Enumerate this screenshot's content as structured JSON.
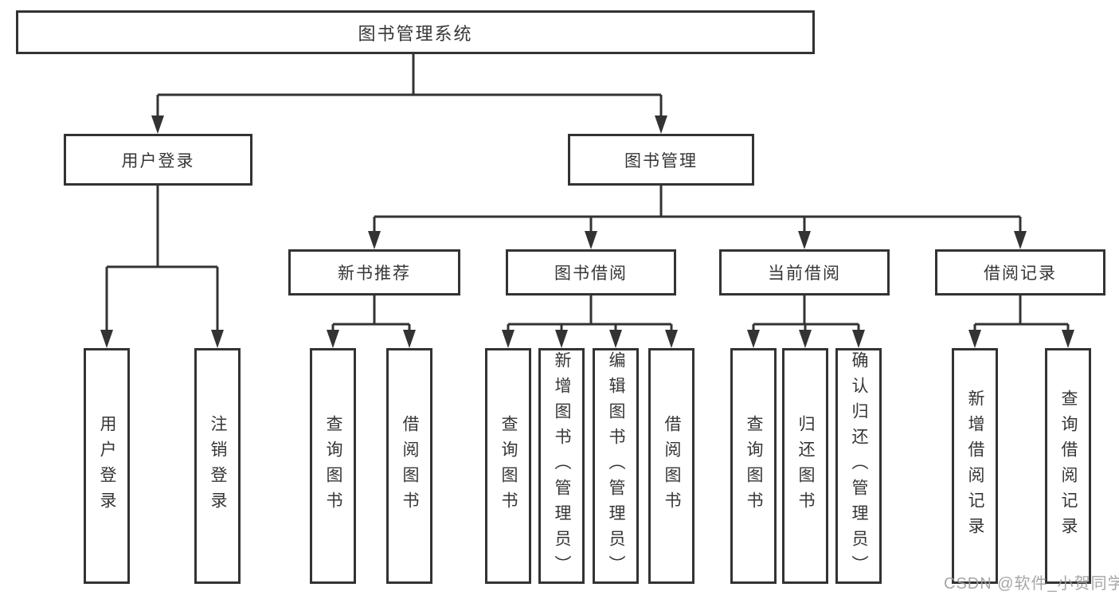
{
  "diagram_title": "图书管理系统",
  "colors": {
    "line": "#333333",
    "text": "#363636",
    "background": "#ffffff",
    "watermark": "#9d9d9d"
  },
  "tree": {
    "root": {
      "label": "图书管理系统"
    },
    "children": [
      {
        "label": "用户登录",
        "children": [
          {
            "label": "用户登录"
          },
          {
            "label": "注销登录"
          }
        ]
      },
      {
        "label": "图书管理",
        "children": [
          {
            "label": "新书推荐",
            "children": [
              {
                "label": "查询图书"
              },
              {
                "label": "借阅图书"
              }
            ]
          },
          {
            "label": "图书借阅",
            "children": [
              {
                "label": "查询图书"
              },
              {
                "label": "新增图书（管理员）"
              },
              {
                "label": "编辑图书（管理员）"
              },
              {
                "label": "借阅图书"
              }
            ]
          },
          {
            "label": "当前借阅",
            "children": [
              {
                "label": "查询图书"
              },
              {
                "label": "归还图书"
              },
              {
                "label": "确认归还（管理员）"
              }
            ]
          },
          {
            "label": "借阅记录",
            "children": [
              {
                "label": "新增借阅记录"
              },
              {
                "label": "查询借阅记录"
              }
            ]
          }
        ]
      }
    ]
  },
  "watermark": {
    "text": "CSDN @软件_小贺同学"
  }
}
